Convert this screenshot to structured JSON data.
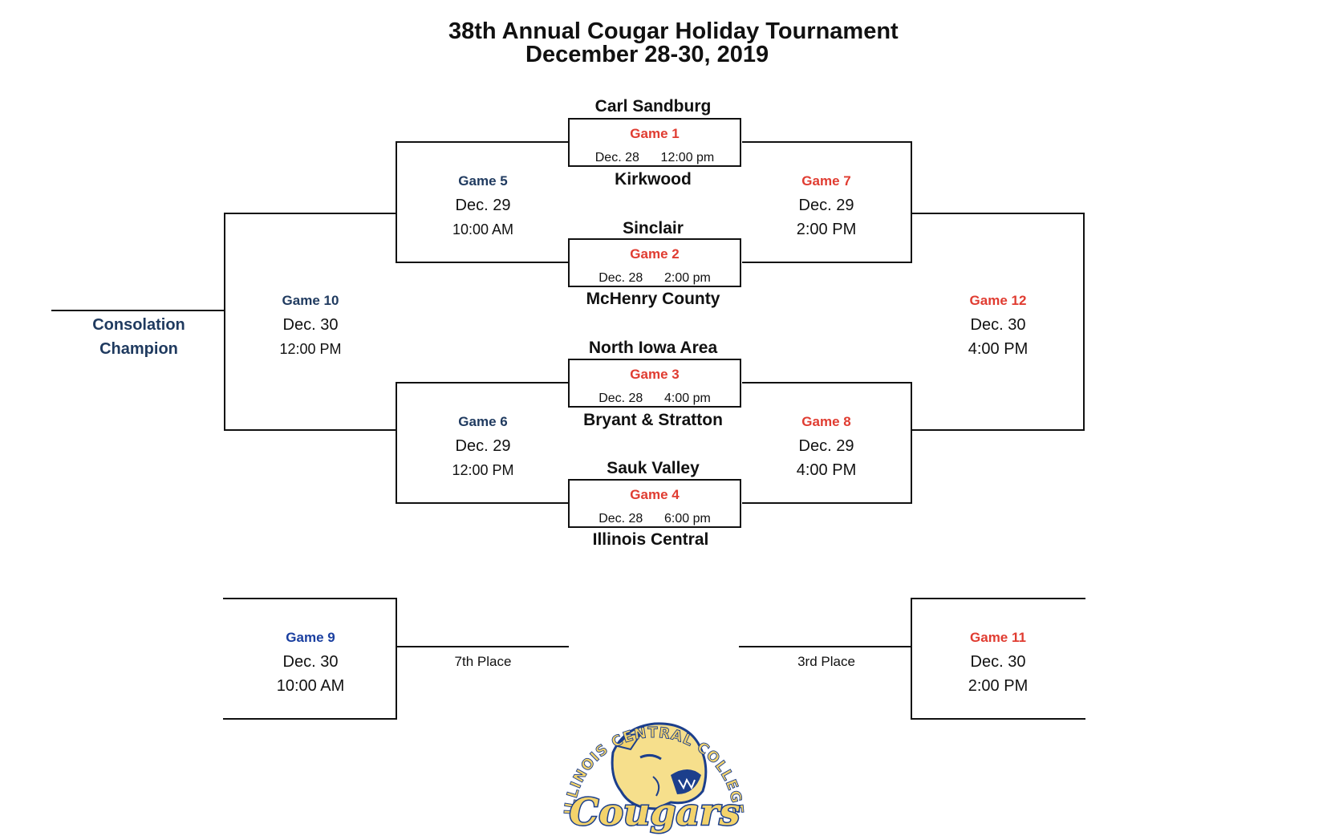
{
  "header": {
    "title": "38th Annual Cougar Holiday Tournament",
    "dates": "December 28-30, 2019"
  },
  "teams": {
    "carl_sandburg": "Carl Sandburg",
    "kirkwood": "Kirkwood",
    "sinclair": "Sinclair",
    "mchenry_county": "McHenry County",
    "north_iowa_area": "North Iowa Area",
    "bryant_stratton": "Bryant & Stratton",
    "sauk_valley": "Sauk Valley",
    "illinois_central": "Illinois Central"
  },
  "first_round": [
    {
      "label": "Game 1",
      "date": "Dec. 28",
      "time": "12:00 pm"
    },
    {
      "label": "Game 2",
      "date": "Dec. 28",
      "time": "2:00 pm"
    },
    {
      "label": "Game 3",
      "date": "Dec. 28",
      "time": "4:00 pm"
    },
    {
      "label": "Game 4",
      "date": "Dec. 28",
      "time": "6:00 pm"
    }
  ],
  "games": {
    "g5": {
      "label": "Game 5",
      "date": "Dec. 29",
      "time": "10:00 AM"
    },
    "g6": {
      "label": "Game 6",
      "date": "Dec. 29",
      "time": "12:00 PM"
    },
    "g7": {
      "label": "Game 7",
      "date": "Dec. 29",
      "time": "2:00 PM"
    },
    "g8": {
      "label": "Game 8",
      "date": "Dec. 29",
      "time": "4:00 PM"
    },
    "g9": {
      "label": "Game 9",
      "date": "Dec. 30",
      "time": "10:00 AM"
    },
    "g10": {
      "label": "Game 10",
      "date": "Dec. 30",
      "time": "12:00 PM"
    },
    "g11": {
      "label": "Game 11",
      "date": "Dec. 30",
      "time": "2:00 PM"
    },
    "g12": {
      "label": "Game 12",
      "date": "Dec. 30",
      "time": "4:00 PM"
    }
  },
  "consolation": {
    "line1": "Consolation",
    "line2": "Champion"
  },
  "places": {
    "seventh": "7th Place",
    "third": "3rd Place"
  },
  "logo": {
    "arc_text": "ILLINOIS CENTRAL COLLEGE",
    "script_text": "Cougars"
  },
  "colors": {
    "game_red": "#e03c31",
    "game_navy": "#1f3a5f",
    "game_blue": "#1a3fa0",
    "logo_gold": "#f3d36b",
    "logo_blue": "#1c3f8c"
  }
}
